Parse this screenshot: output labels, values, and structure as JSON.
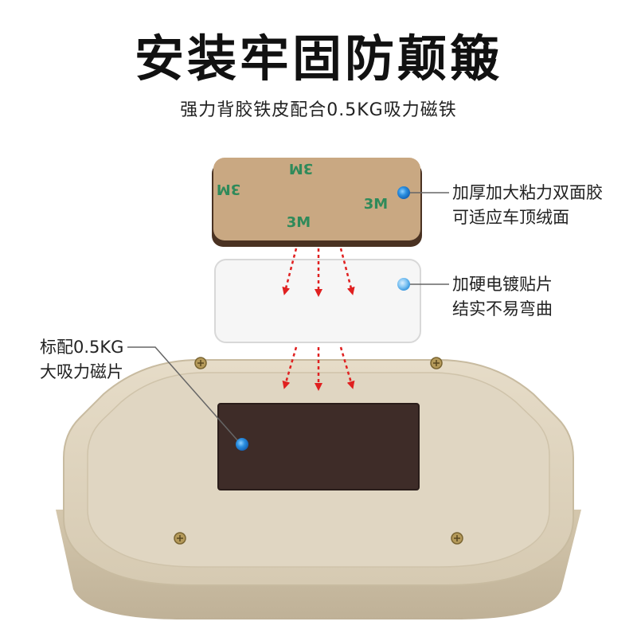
{
  "headline": {
    "title": "安装牢固防颠簸",
    "subtitle": "强力背胶铁皮配合0.5KG吸力磁铁"
  },
  "tape_logo": "3M",
  "callouts": {
    "adhesive": [
      "加厚加大粘力双面胶",
      "可适应车顶绒面"
    ],
    "plate": [
      "加硬电镀贴片",
      "结实不易弯曲"
    ],
    "magnet": [
      "标配0.5KG",
      "大吸力磁片"
    ]
  },
  "colors": {
    "adhesive_tan": "#c9a882",
    "adhesive_edge": "#4a3222",
    "logo_green": "#2f8a5a",
    "plate_white": "#f6f6f6",
    "base_beige": "#d8ccb4",
    "magnet_brown": "#3e2c28",
    "arrow_red": "#e02020",
    "marker_blue": "#2b8fe0"
  }
}
